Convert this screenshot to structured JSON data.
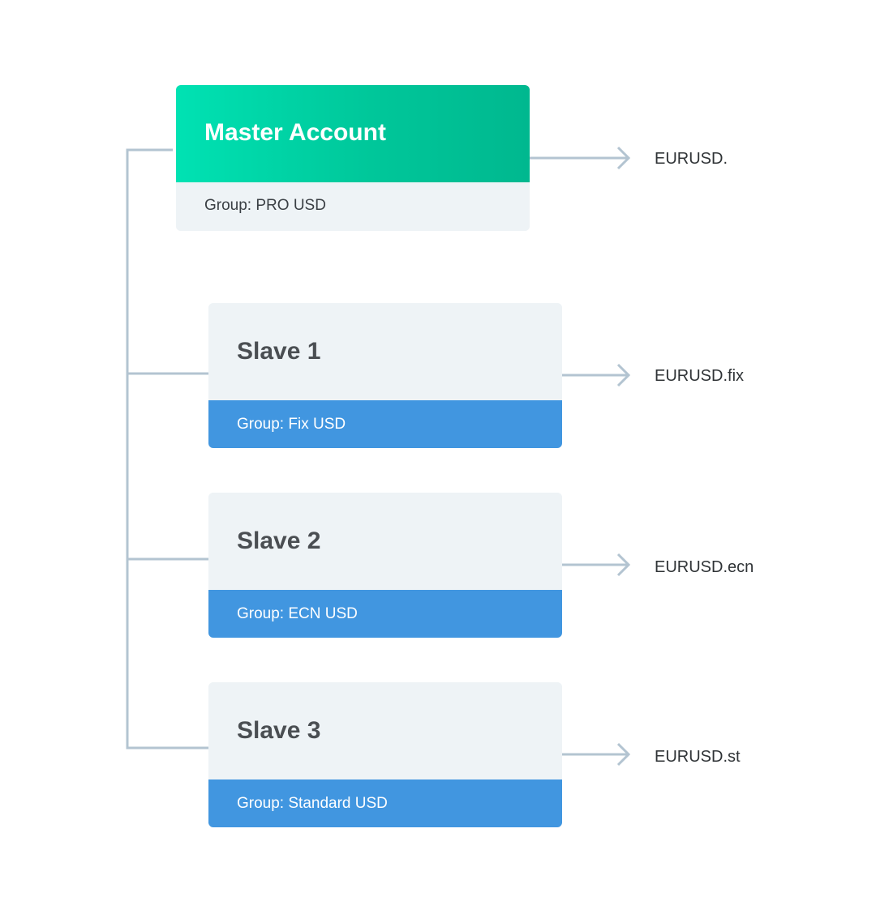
{
  "colors": {
    "connector": "#b3c4d1",
    "master_gradient_start": "#00e2b3",
    "master_gradient_end": "#00b88f",
    "card_bg": "#eef3f6",
    "group_bar": "#4196e0",
    "title_text": "#4a4e52"
  },
  "master": {
    "title": "Master Account",
    "group": "Group: PRO USD",
    "symbol": "EURUSD."
  },
  "slaves": [
    {
      "title": "Slave 1",
      "group": "Group: Fix USD",
      "symbol": "EURUSD.fix"
    },
    {
      "title": "Slave 2",
      "group": "Group: ECN USD",
      "symbol": "EURUSD.ecn"
    },
    {
      "title": "Slave 3",
      "group": "Group: Standard USD",
      "symbol": "EURUSD.st"
    }
  ],
  "icons": {
    "arrow": "arrow-right-icon"
  }
}
